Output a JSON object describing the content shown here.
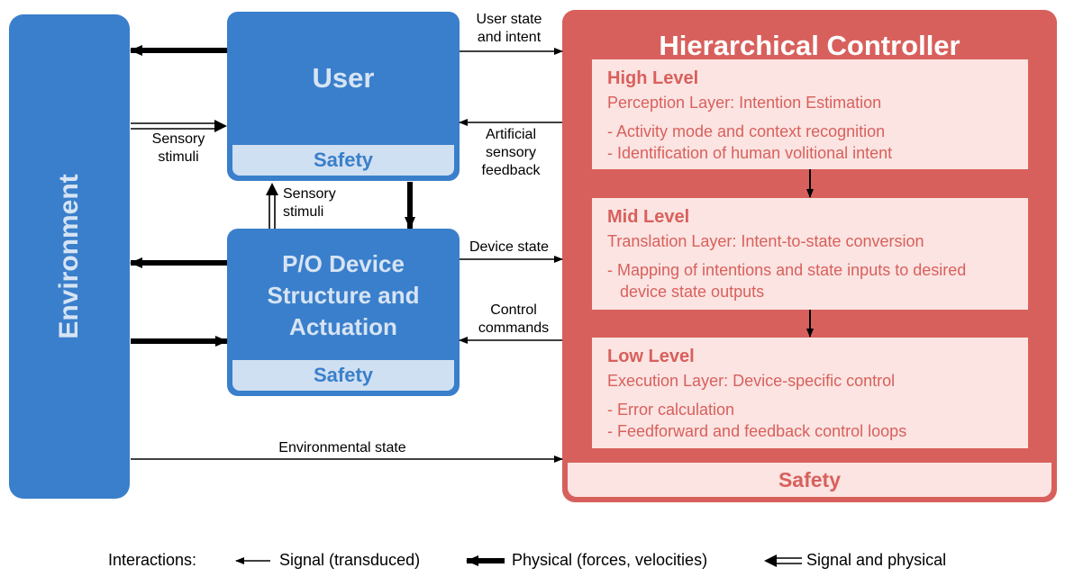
{
  "environment": {
    "label": "Environment"
  },
  "user": {
    "title": "User",
    "safety": "Safety"
  },
  "device": {
    "title_lines": [
      "P/O Device",
      "Structure and",
      "Actuation"
    ],
    "safety": "Safety"
  },
  "controller": {
    "title": "Hierarchical Controller",
    "levels": [
      {
        "title": "High Level",
        "subtitle": "Perception Layer: Intention Estimation",
        "items": [
          "- Activity mode and context recognition",
          "- Identification of human volitional intent"
        ]
      },
      {
        "title": "Mid Level",
        "subtitle": "Translation Layer: Intent-to-state conversion",
        "items": [
          "- Mapping of intentions and state inputs to desired device state outputs"
        ]
      },
      {
        "title": "Low Level",
        "subtitle": "Execution Layer: Device-specific control",
        "items": [
          "- Error calculation",
          "- Feedforward and feedback control loops"
        ]
      }
    ],
    "safety": "Safety"
  },
  "labels": {
    "sensory_stimuli_env": [
      "Sensory",
      "stimuli"
    ],
    "sensory_stimuli_device": [
      "Sensory",
      "stimuli"
    ],
    "user_state": [
      "User state",
      "and intent"
    ],
    "artificial_feedback": [
      "Artificial",
      "sensory",
      "feedback"
    ],
    "device_state": "Device state",
    "control_commands": [
      "Control",
      "commands"
    ],
    "environmental_state": "Environmental state"
  },
  "legend": {
    "title": "Interactions:",
    "signal": "Signal (transduced)",
    "physical": "Physical (forces, velocities)",
    "both": "Signal and physical"
  },
  "colors": {
    "blue": "#3a7fcb",
    "red": "#d8605c",
    "light_red": "#fbe4e2",
    "light_blue": "#cfe0f2"
  }
}
